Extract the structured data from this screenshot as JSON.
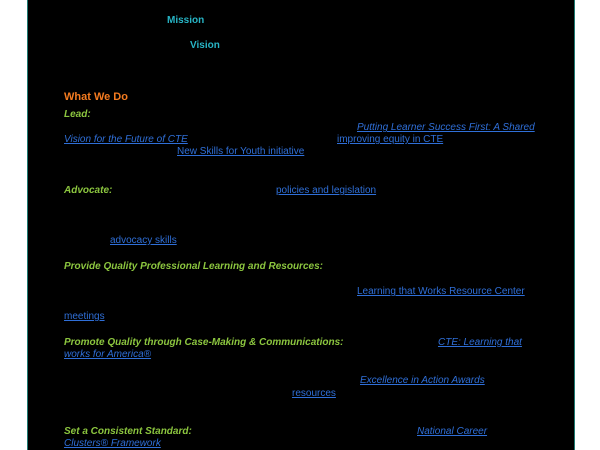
{
  "sections": {
    "mission_heading": "Mission",
    "vision_heading": "Vision",
    "what_we_do_heading": "What We Do"
  },
  "lead": {
    "label": "Lead:",
    "link_putting_learner_1": "Putting Learner Success First: A Shared",
    "link_putting_learner_2": "Vision for the Future of CTE",
    "link_improving_equity": "improving equity in CTE",
    "link_new_skills": "New Skills for Youth initiative"
  },
  "advocate": {
    "label": "Advocate:",
    "link_policies": "policies and legislation",
    "link_advocacy_skills": "advocacy skills"
  },
  "professional_learning": {
    "label": "Provide Quality Professional Learning and Resources:",
    "link_resource_center": "Learning that Works Resource Center",
    "link_meetings": "meetings"
  },
  "case_making": {
    "label": "Promote Quality through Case-Making & Communications:",
    "link_cte_1": "CTE: Learning that",
    "link_cte_2": "works for America®",
    "link_excellence": "Excellence in Action Awards",
    "link_resources": "resources"
  },
  "standard": {
    "label": "Set a Consistent Standard:",
    "link_clusters_1": "National Career",
    "link_clusters_2": "Clusters® Framework"
  },
  "colors": {
    "background": "#000000",
    "heading_teal": "#27b5c6",
    "heading_orange": "#f47b20",
    "label_green": "#8cc63f",
    "link_blue": "#2f6fd8"
  }
}
